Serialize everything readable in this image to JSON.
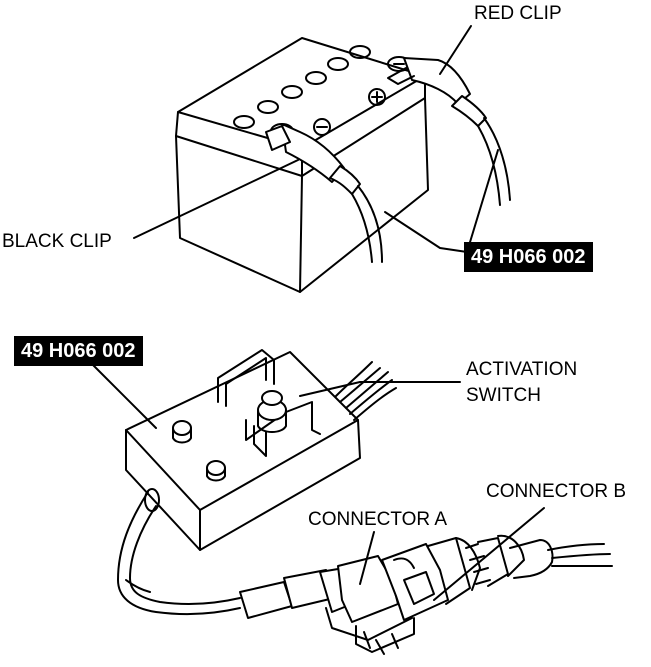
{
  "labels": {
    "red_clip": "RED CLIP",
    "black_clip": "BLACK CLIP",
    "tool_number_top": "49 H066 002",
    "tool_number_bottom": "49 H066 002",
    "activation_switch_line1": "ACTIVATION",
    "activation_switch_line2": "SWITCH",
    "connector_a": "CONNECTOR A",
    "connector_b": "CONNECTOR B"
  },
  "colors": {
    "line": "#000000",
    "background": "#ffffff",
    "tag_background": "#000000",
    "tag_text": "#ffffff"
  }
}
